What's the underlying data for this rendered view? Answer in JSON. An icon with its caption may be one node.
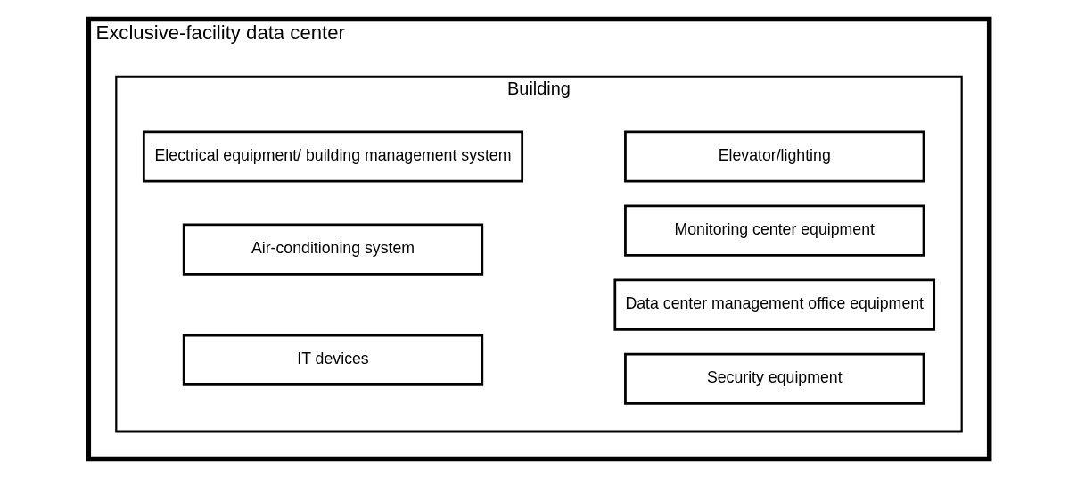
{
  "diagram": {
    "nodes": [
      {
        "text": [
          "Exclusive-facility data center"
        ]
      },
      {
        "text": [
          "Building"
        ],
        "in": 0
      },
      {
        "text": [
          "Electrical equipment/ building management system"
        ],
        "in": 1
      },
      {
        "text": [
          "Air-conditioning system"
        ],
        "in": 1
      },
      {
        "text": [
          "IT devices"
        ],
        "in": 1
      },
      {
        "text": [
          "Elevator/lighting"
        ],
        "in": 1
      },
      {
        "text": [
          "Monitoring center equipment"
        ],
        "in": 1
      },
      {
        "text": [
          "Data center management office equipment"
        ],
        "in": 1
      },
      {
        "text": [
          "Security equipment"
        ],
        "in": 1
      }
    ],
    "edges": []
  }
}
